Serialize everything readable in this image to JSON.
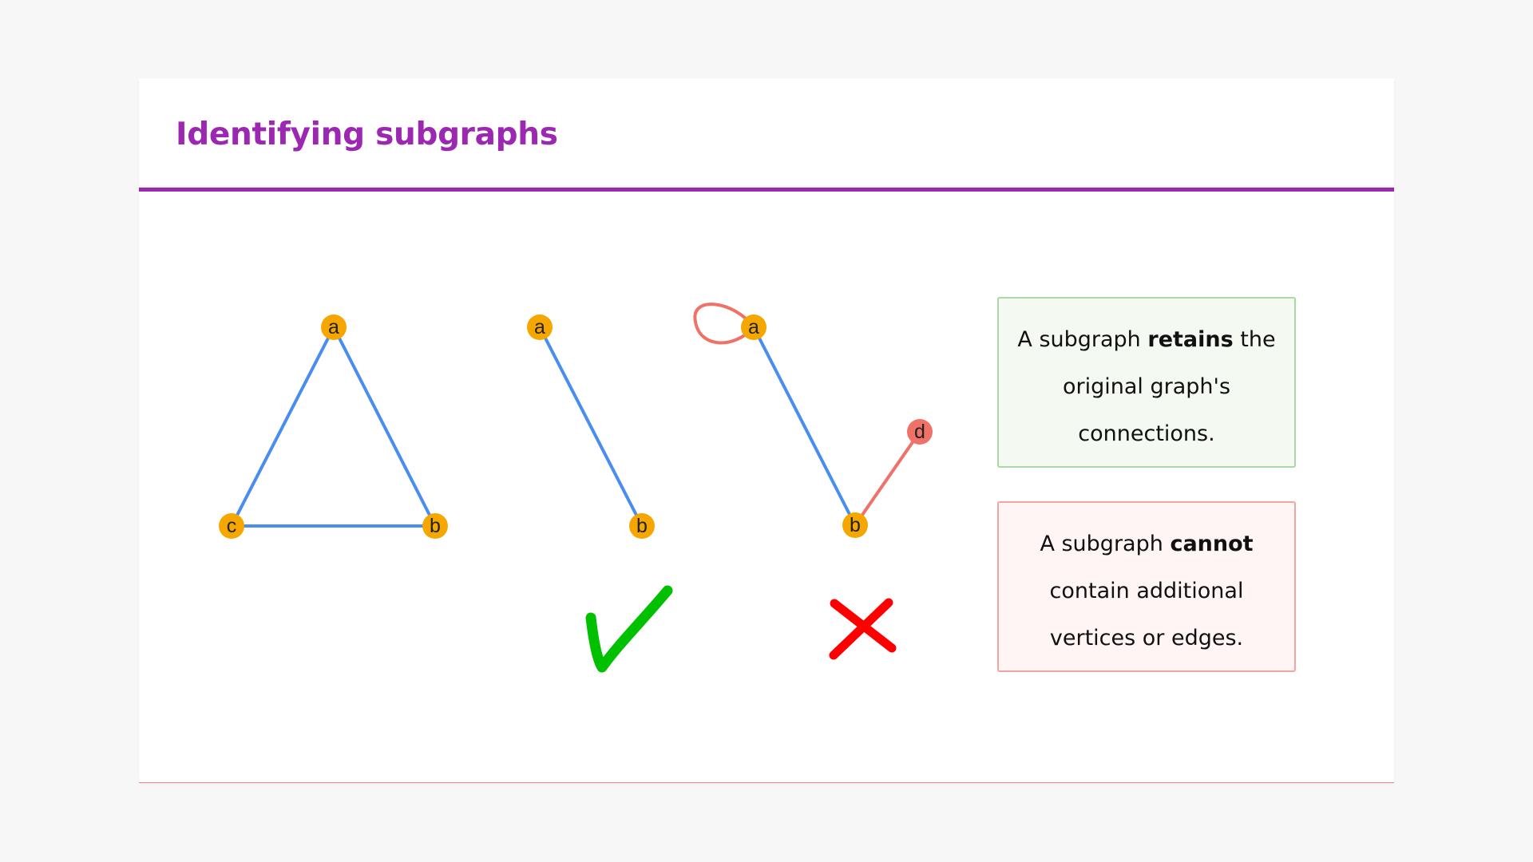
{
  "title": "Identifying subgraphs",
  "colors": {
    "title": "#9c27b0",
    "edge": "#4a8df0",
    "vertex": "#f5a700",
    "extra": "#f07167",
    "check": "#00c000",
    "cross": "#ff0000",
    "good_box": "#f4faf2",
    "bad_box": "#fff5f4"
  },
  "graphs": {
    "original": {
      "vertices": [
        "a",
        "b",
        "c"
      ],
      "edges": [
        "a-b",
        "b-c",
        "c-a"
      ]
    },
    "valid": {
      "vertices": [
        "a",
        "b"
      ],
      "edges": [
        "a-b"
      ],
      "verdict": "check-icon"
    },
    "invalid": {
      "vertices": [
        "a",
        "b",
        "d"
      ],
      "edges": [
        "a-b",
        "b-d",
        "a-a"
      ],
      "extra_vertices": [
        "d"
      ],
      "extra_edges": [
        "b-d",
        "a-a"
      ],
      "verdict": "cross-icon"
    }
  },
  "notes": {
    "retains": {
      "before": "A subgraph ",
      "bold": "retains",
      "after": " the original graph's connections."
    },
    "cannot": {
      "before": "A subgraph ",
      "bold": "cannot",
      "after": " contain additional vertices or edges."
    }
  }
}
